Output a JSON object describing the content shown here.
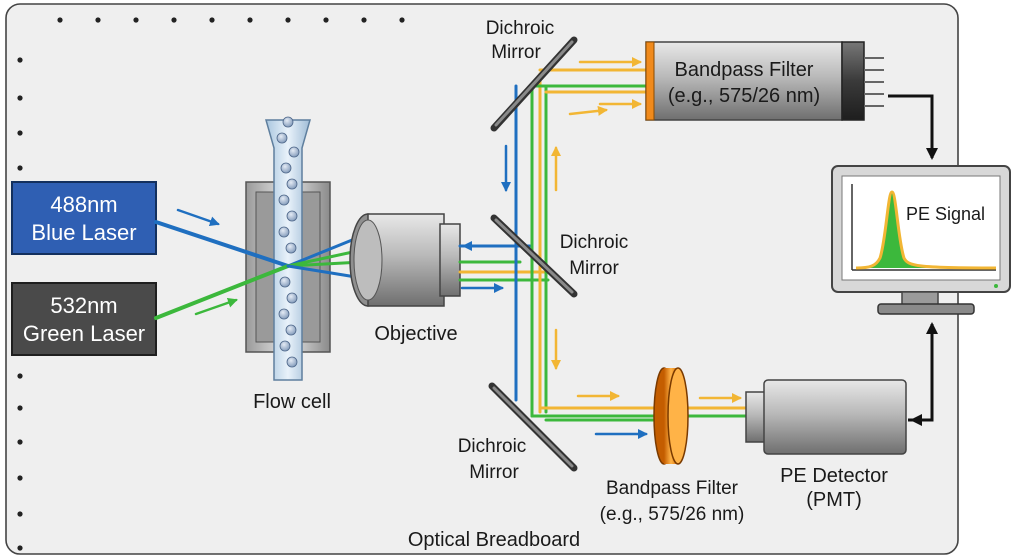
{
  "lasers": {
    "blue": {
      "line1": "488nm",
      "line2": "Blue Laser",
      "color": "#2f5fb3"
    },
    "green": {
      "line1": "532nm",
      "line2": "Green Laser",
      "color": "#4a4a4a"
    }
  },
  "labels": {
    "flow_cell": "Flow cell",
    "objective": "Objective",
    "optical_breadboard": "Optical Breadboard",
    "dichroic_top": {
      "line1": "Dichroic",
      "line2": "Mirror"
    },
    "dichroic_middle": {
      "line1": "Dichroic",
      "line2": "Mirror"
    },
    "dichroic_bottom": {
      "line1": "Dichroic",
      "line2": "Mirror"
    },
    "bandpass_top": {
      "line1": "Bandpass Filter",
      "line2": "(e.g., 575/26 nm)"
    },
    "bandpass_bottom": {
      "line1": "Bandpass Filter",
      "line2": "(e.g., 575/26 nm)"
    },
    "pe_detector": {
      "line1": "PE Detector",
      "line2": "(PMT)"
    },
    "monitor": {
      "signal": "PE Signal"
    }
  },
  "colors": {
    "blue_beam": "#1f6fc0",
    "green_beam": "#3cb83c",
    "yellow_beam": "#f2b634",
    "board": "#f0f0f0",
    "filter_orange": "#f08a1c"
  }
}
